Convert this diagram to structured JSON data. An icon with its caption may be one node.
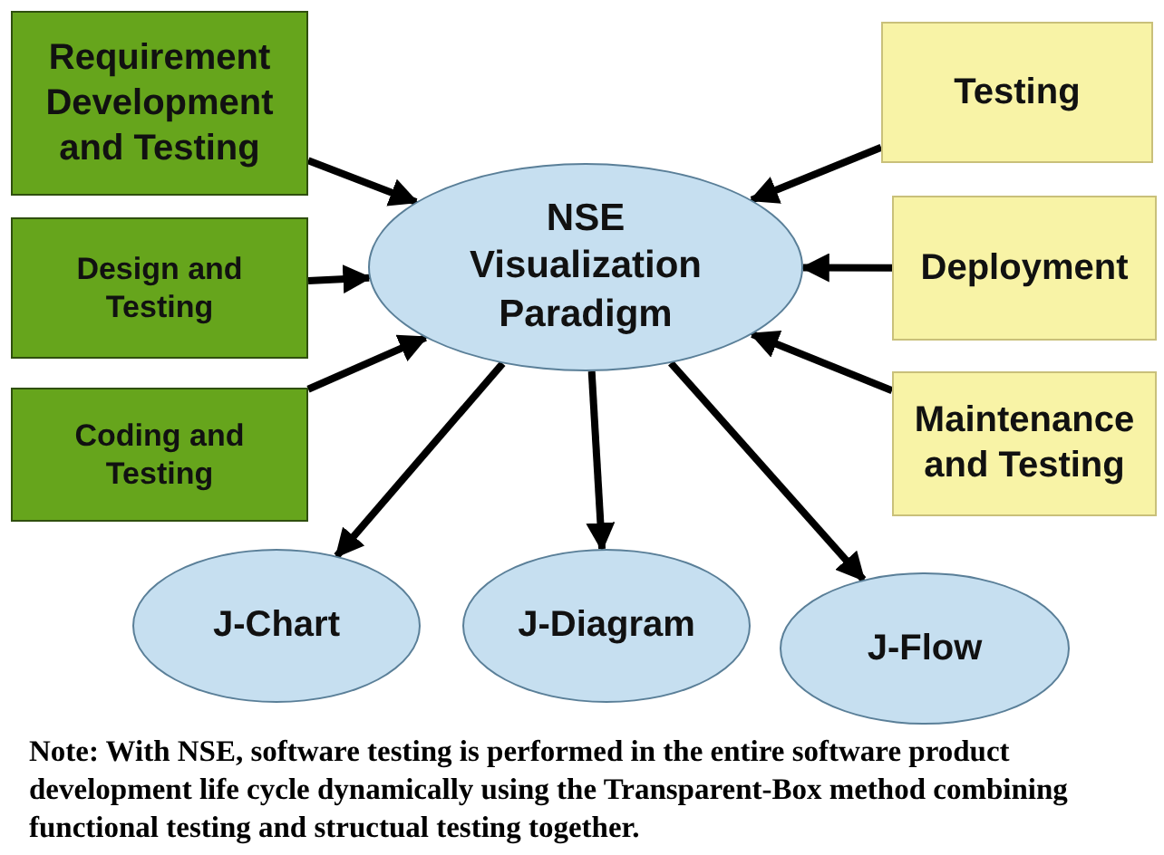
{
  "diagram": {
    "nodes": [
      {
        "text": [
          "Requirement Development and Testing"
        ]
      },
      {
        "text": [
          "Design and Testing"
        ]
      },
      {
        "text": [
          "Coding and Testing"
        ]
      },
      {
        "text": [
          "NSE Visualization Paradigm"
        ]
      },
      {
        "text": [
          "Testing"
        ]
      },
      {
        "text": [
          "Deployment"
        ]
      },
      {
        "text": [
          "Maintenance and Testing"
        ]
      },
      {
        "text": [
          "J-Chart"
        ]
      },
      {
        "text": [
          "J-Diagram"
        ]
      },
      {
        "text": [
          "J-Flow"
        ]
      }
    ],
    "edges": [
      {
        "from": 0,
        "to": 3,
        "arrow": "to"
      },
      {
        "from": 1,
        "to": 3,
        "arrow": "to"
      },
      {
        "from": 2,
        "to": 3,
        "arrow": "to"
      },
      {
        "from": 4,
        "to": 3,
        "arrow": "to"
      },
      {
        "from": 5,
        "to": 3,
        "arrow": "to"
      },
      {
        "from": 6,
        "to": 3,
        "arrow": "to"
      },
      {
        "from": 3,
        "to": 7,
        "arrow": "to"
      },
      {
        "from": 3,
        "to": 8,
        "arrow": "to"
      },
      {
        "from": 3,
        "to": 9,
        "arrow": "to"
      }
    ],
    "labels": [
      "Note: With NSE, software testing is performed in the entire software product development life cycle dynamically using the Transparent-Box method combining functional testing and structual testing together."
    ]
  }
}
